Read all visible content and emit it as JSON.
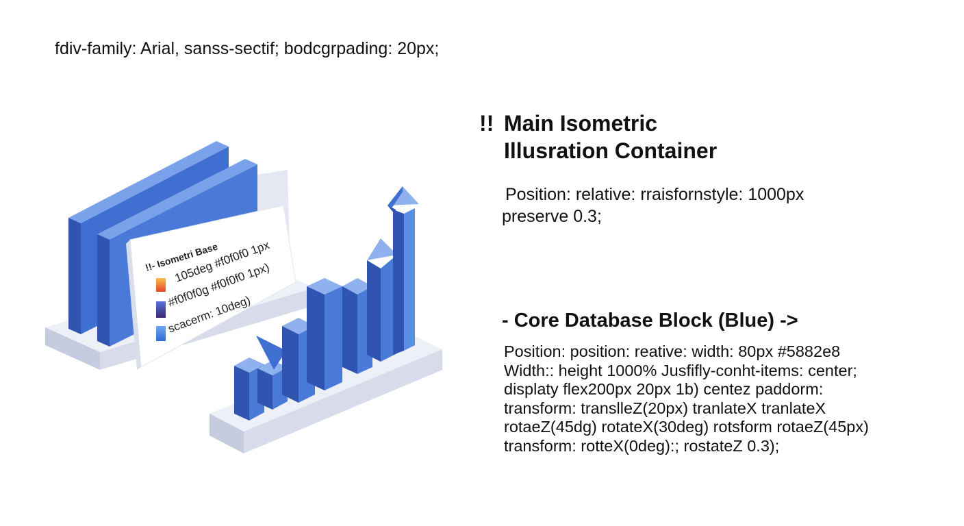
{
  "top_line": "fdiv-family: Arial, sanss-sectif; bodcgrpading: 20px;",
  "title": {
    "prefix": "!!",
    "lines": [
      "Main Isometric",
      "Illusration Container"
    ]
  },
  "description_1": {
    "lines": [
      "Position: relative: rraisfornstyle: 1000px",
      "preserve 0.3;"
    ]
  },
  "section_heading": "- Core Database Block (Blue) ->",
  "description_2": {
    "lines": [
      "Position: position: reative: width: 80px #5882e8",
      "Width:: height 1000% Jusfifly-conht-items: center;",
      "displaty flex200px 20px 1b) centez paddorm:",
      "transform: translleZ(20px) tranlateX tranlateX",
      "rotaeZ(45dg) rotateX(30deg) rotsform rotaeZ(45px)",
      "transform: rotteX(0deg):; rostateZ 0.3);"
    ]
  },
  "illustration": {
    "card_title": "!!- Isometri Base",
    "card_lines": [
      "105deg #f0f0f0 1px",
      "#f0f0f0g #f0f0f0 1px)",
      "scacerm: 10deg)"
    ],
    "colors": {
      "blue_light": "#5a8ee6",
      "blue_mid": "#3f6fd0",
      "blue_dark": "#2f55b0",
      "platform_top": "#e9ecf5",
      "platform_side": "#c9cfe0",
      "card": "#ffffff"
    }
  }
}
